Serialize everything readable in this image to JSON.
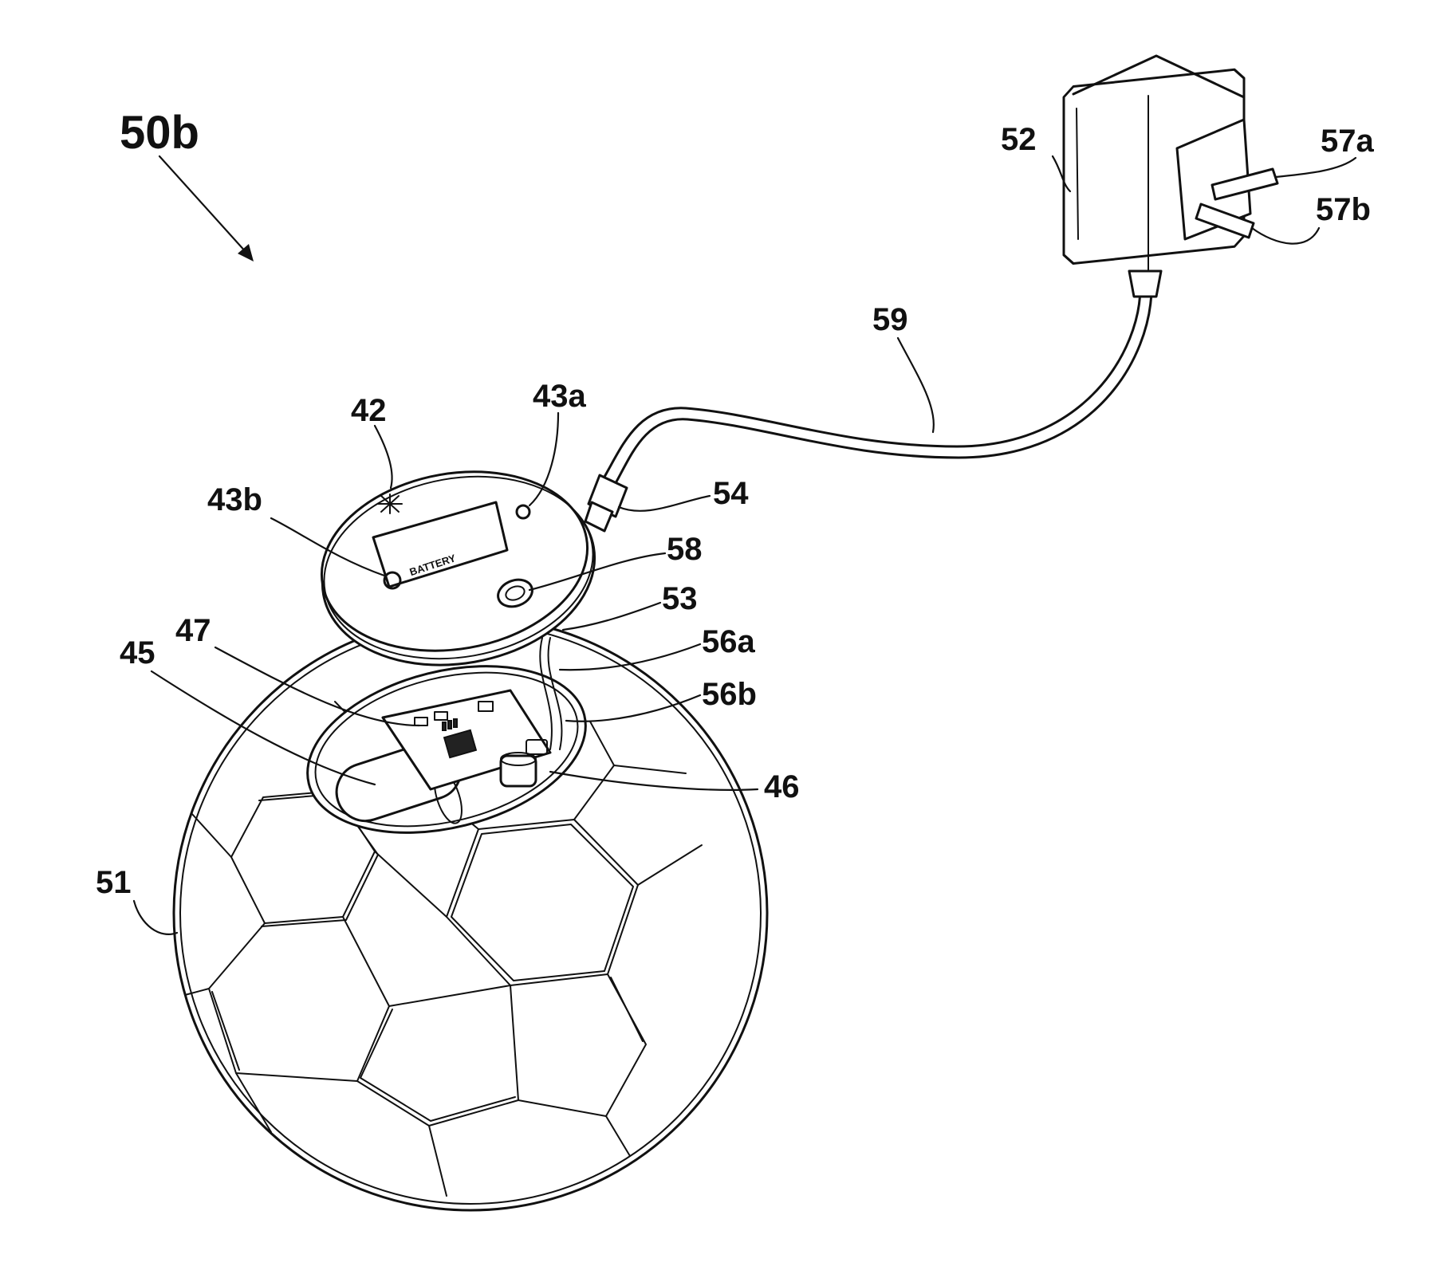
{
  "figure_id": "50b",
  "labels": {
    "l42": "42",
    "l43a": "43a",
    "l43b": "43b",
    "l45": "45",
    "l46": "46",
    "l47": "47",
    "l51": "51",
    "l52": "52",
    "l53": "53",
    "l54": "54",
    "l56a": "56a",
    "l56b": "56b",
    "l57a": "57a",
    "l57b": "57b",
    "l58": "58",
    "l59": "59"
  },
  "cap_text": "BATTERY",
  "colors": {
    "ink": "#111111",
    "background": "#ffffff"
  }
}
